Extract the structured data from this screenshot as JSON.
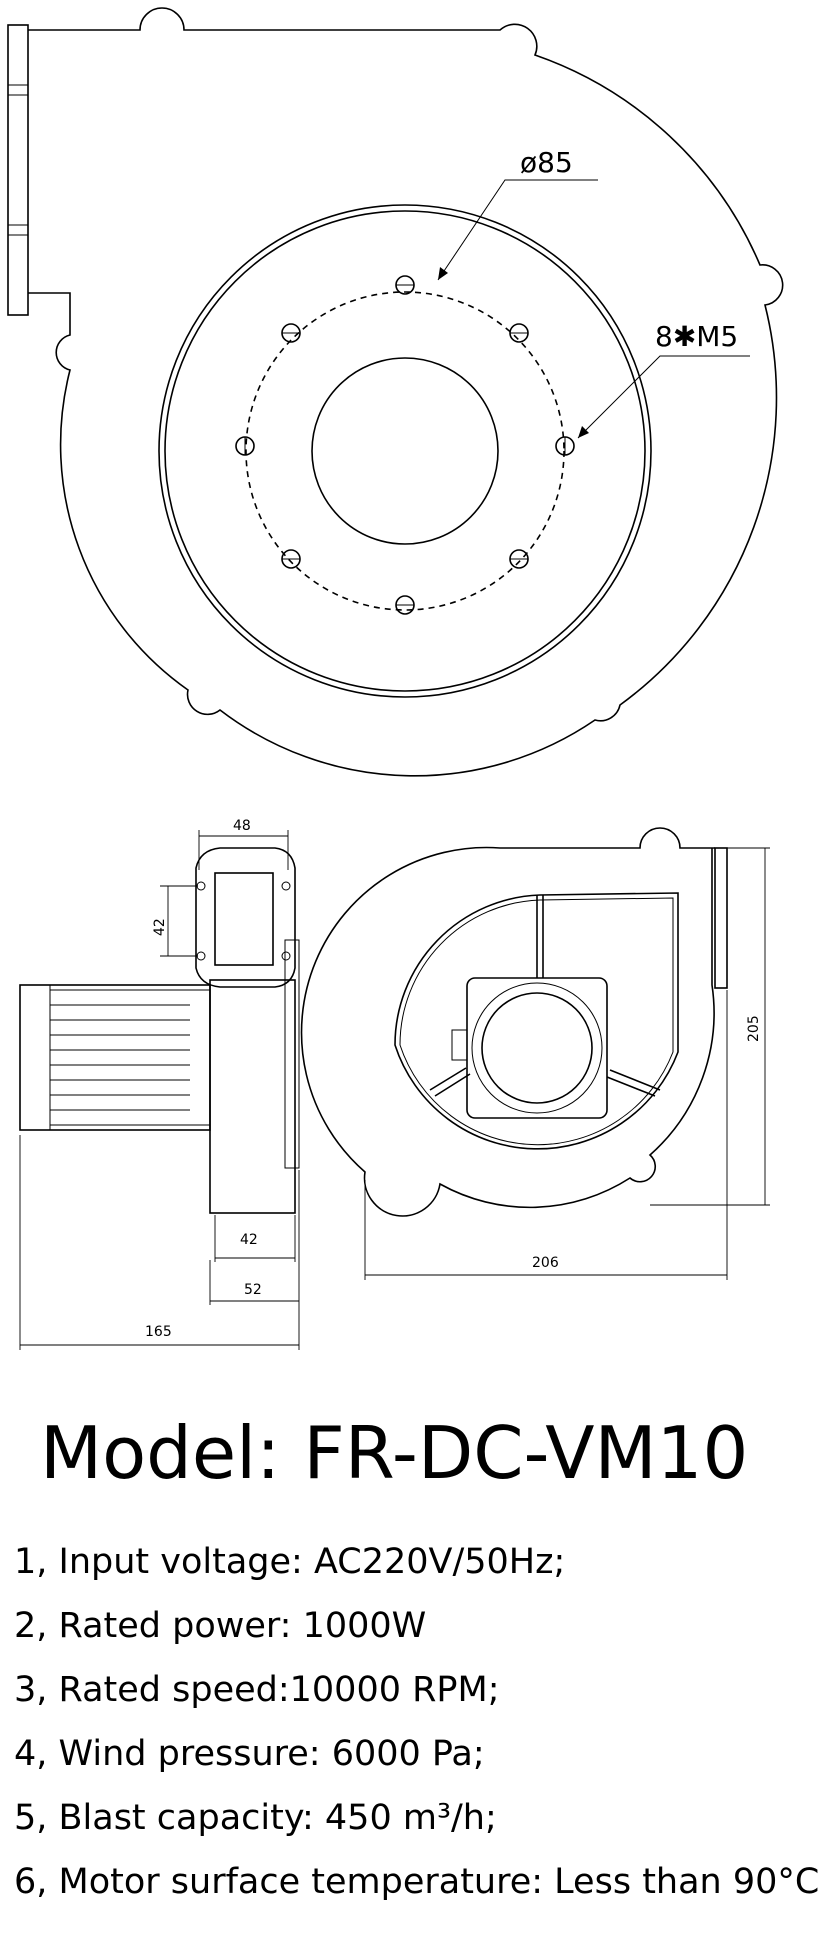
{
  "diagram": {
    "front_view": {
      "callouts": {
        "diameter": "ø85",
        "holes": "8✱M5"
      }
    },
    "dimensions": {
      "side_width_top": "48",
      "side_height_left": "42",
      "side_depth_inner": "42",
      "side_depth_outer": "52",
      "overall_length": "165",
      "overall_height": "205",
      "overall_width": "206"
    }
  },
  "model": {
    "title": "Model: FR-DC-VM10"
  },
  "specs": [
    "1, Input voltage: AC220V/50Hz;",
    "2, Rated power: 1000W",
    "3, Rated speed:10000 RPM;",
    "4, Wind pressure: 6000 Pa;",
    "5, Blast capacity: 450 m³/h;",
    "6, Motor surface temperature: Less than 90°C"
  ]
}
